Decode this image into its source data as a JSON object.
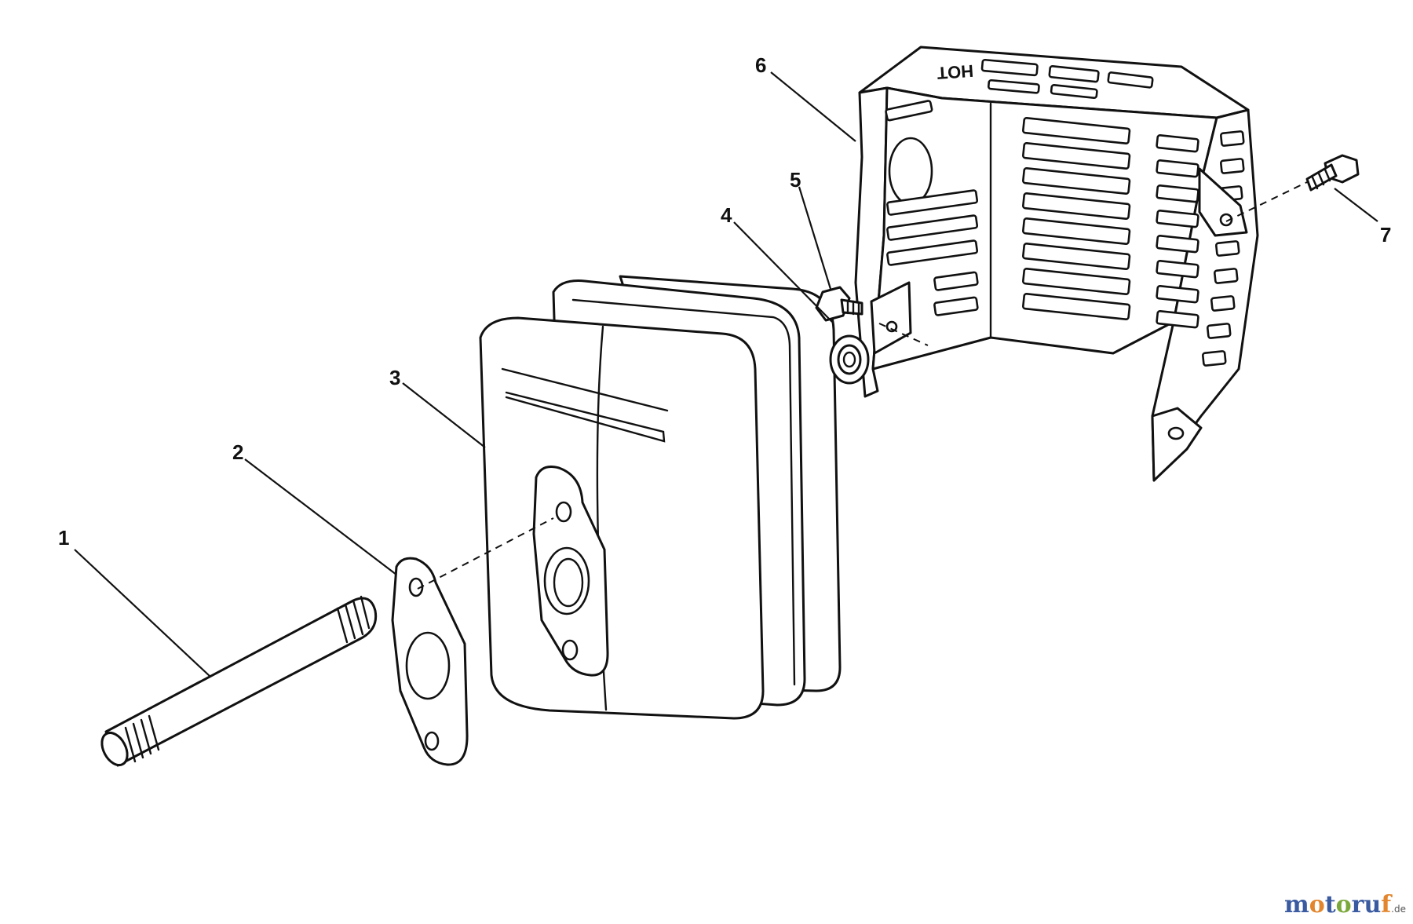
{
  "callouts": [
    "1",
    "2",
    "3",
    "4",
    "5",
    "6",
    "7"
  ],
  "shield_stamp": "HOT",
  "watermark": {
    "letters": [
      "m",
      "o",
      "t",
      "o",
      "r",
      "u",
      "f"
    ],
    "suffix": ".de",
    "colors": [
      "#3a5ba0",
      "#e2852c",
      "#3a5ba0",
      "#7aa83a",
      "#3a5ba0",
      "#3a5ba0",
      "#e2852c"
    ]
  }
}
